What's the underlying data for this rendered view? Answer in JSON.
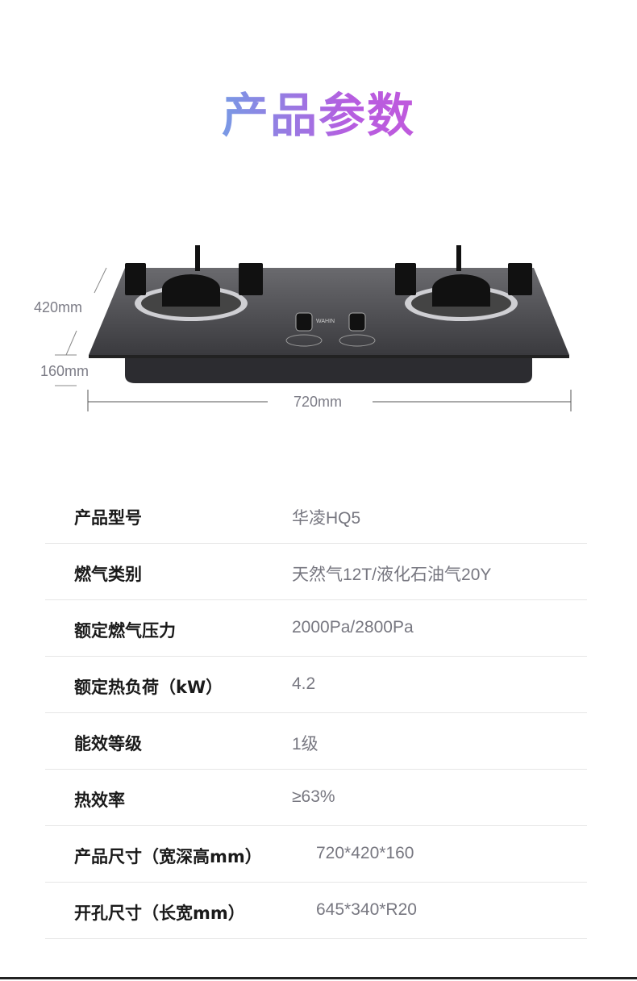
{
  "title": "产品参数",
  "dimensions": {
    "depth": "420mm",
    "height": "160mm",
    "width": "720mm",
    "brand_mark": "WAHIN"
  },
  "specs": [
    {
      "label": "产品型号",
      "value": "华凌HQ5"
    },
    {
      "label": "燃气类别",
      "value": "天然气12T/液化石油气20Y"
    },
    {
      "label": "额定燃气压力",
      "value": "2000Pa/2800Pa"
    },
    {
      "label": "额定热负荷（kW）",
      "value": "4.2"
    },
    {
      "label": "能效等级",
      "value": "1级"
    },
    {
      "label": "热效率",
      "value": "≥63%"
    },
    {
      "label": "产品尺寸（宽深高mm）",
      "value": "720*420*160"
    },
    {
      "label": "开孔尺寸（长宽mm）",
      "value": "645*340*R20"
    }
  ]
}
